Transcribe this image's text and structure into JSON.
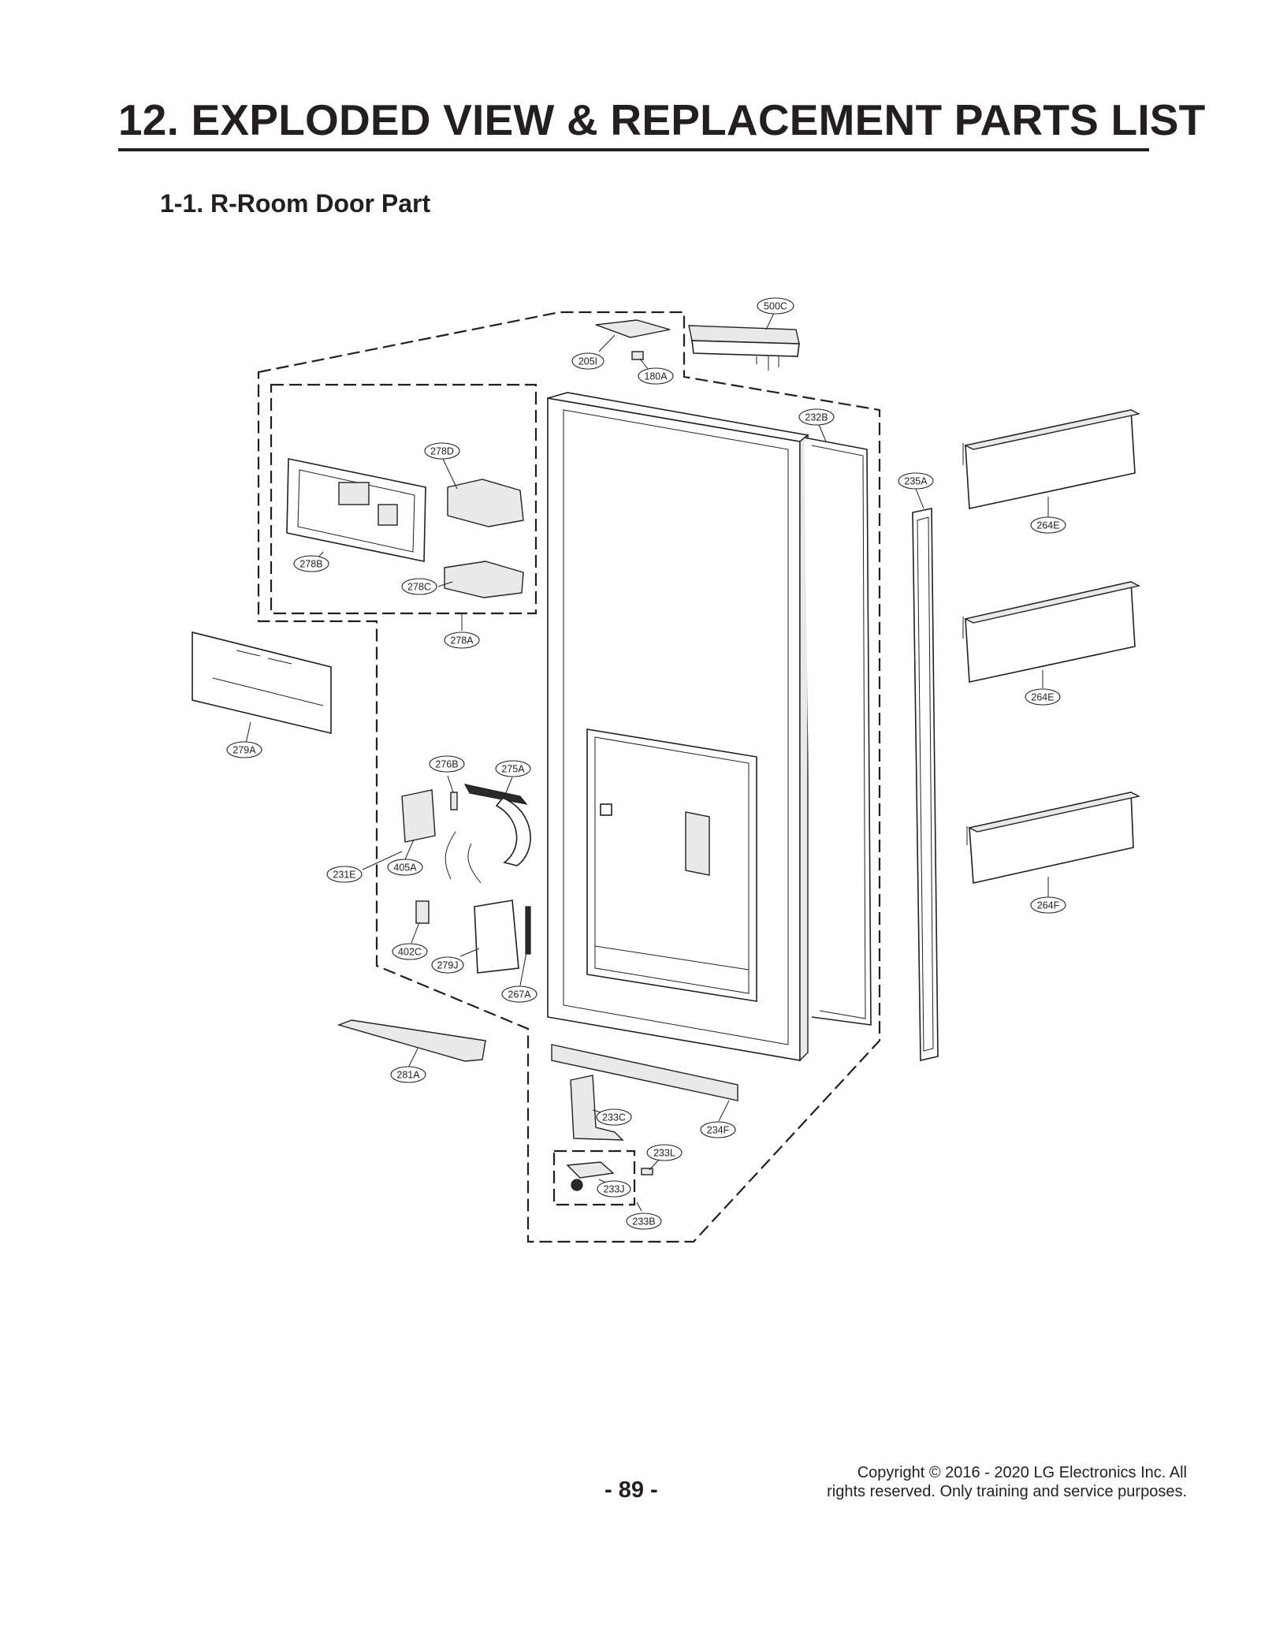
{
  "header": {
    "title": "12. EXPLODED VIEW & REPLACEMENT PARTS LIST",
    "section": "1-1. R-Room Door Part"
  },
  "callouts": {
    "c500C": "500C",
    "c205I": "205I",
    "c180A": "180A",
    "c232B": "232B",
    "c278D": "278D",
    "c278B": "278B",
    "c278C": "278C",
    "c278A": "278A",
    "c235A": "235A",
    "c264E_1": "264E",
    "c264E_2": "264E",
    "c264F": "264F",
    "c279A": "279A",
    "c276B": "276B",
    "c275A": "275A",
    "c231E": "231E",
    "c405A": "405A",
    "c402C": "402C",
    "c279J": "279J",
    "c267A": "267A",
    "c281A": "281A",
    "c233C": "233C",
    "c234F": "234F",
    "c233L": "233L",
    "c233J": "233J",
    "c233B": "233B"
  },
  "footer": {
    "page_number": "- 89 -",
    "copyright_line1": "Copyright © 2016 - 2020 LG Electronics Inc. All",
    "copyright_line2": "rights reserved. Only training and service purposes."
  }
}
